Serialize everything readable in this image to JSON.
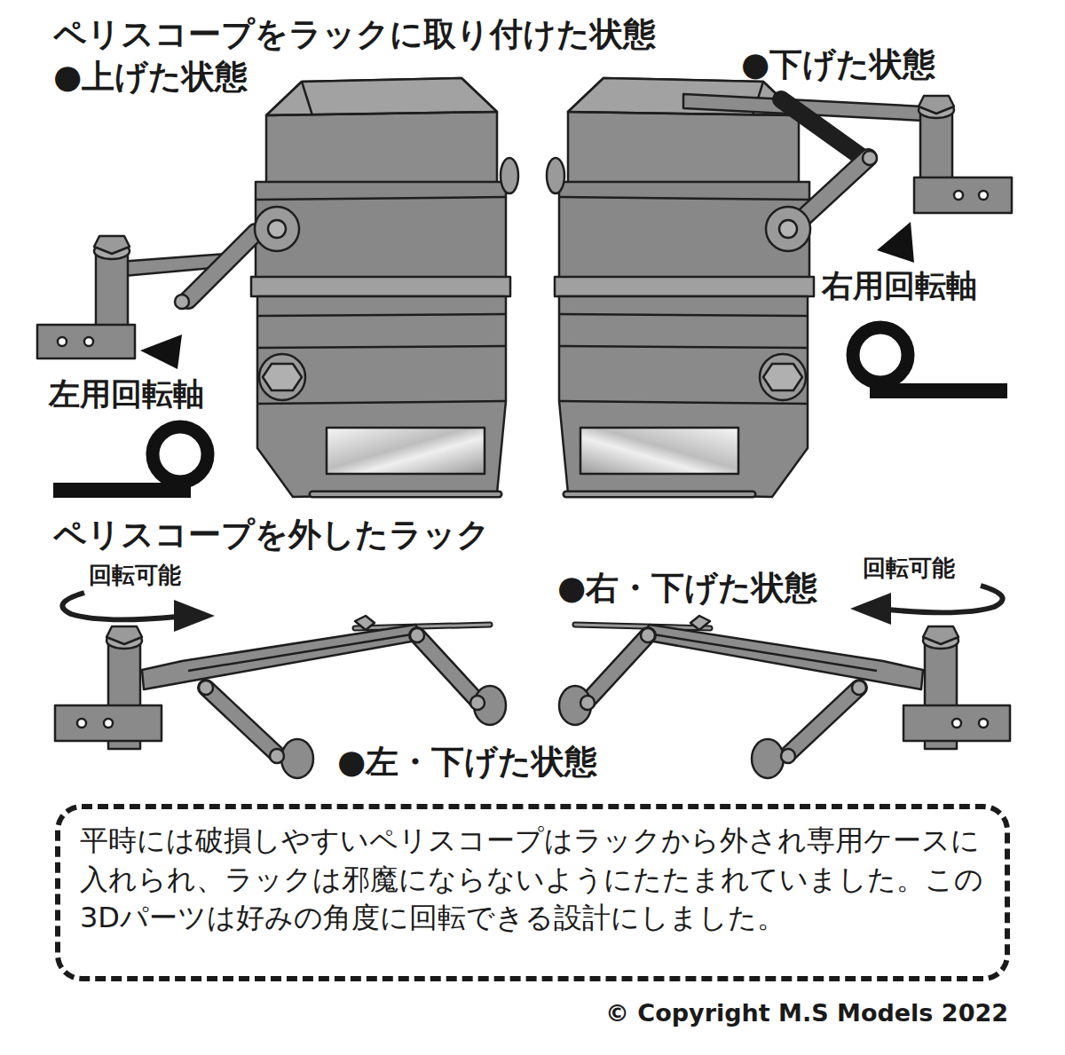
{
  "diagram": {
    "title": "ペリスコープをラックに取り付けた状態",
    "nodes": [
      {
        "text": [
          "平時には破損しやすいペリスコープはラックから外され専用ケースに入れられ、ラックは邪魔にならないようにたたまれていました。この3Dパーツは好みの角度に回転できる設計にしました。"
        ]
      }
    ],
    "labels": [
      "●上げた状態",
      "●下げた状態",
      "左用回転軸",
      "右用回転軸",
      "ペリスコープを外したラック",
      "回転可能",
      "回転可能",
      "●右・下げた状態",
      "●左・下げた状態",
      "© Copyright M.S Models 2022"
    ]
  }
}
